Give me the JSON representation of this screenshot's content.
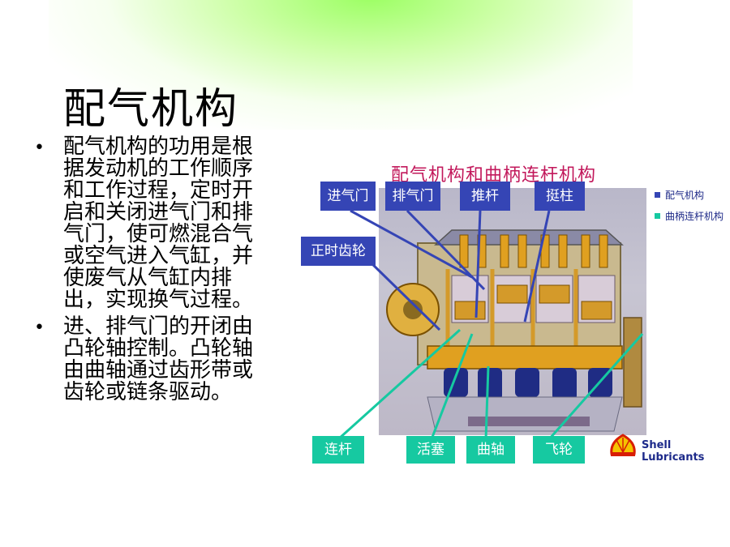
{
  "slide": {
    "title": "配气机构",
    "bullets": [
      "配气机构的功用是根据发动机的工作顺序和工作过程，定时开启和关闭进气门和排气门，使可燃混合气或空气进入气缸，并使废气从气缸内排出，实现换气过程。",
      "进、排气门的开闭由凸轮轴控制。凸轮轴由曲轴通过齿形带或齿轮或链条驱动。"
    ]
  },
  "figure": {
    "title": "配气机构和曲柄连杆机构",
    "labels_blue": [
      "进气门",
      "排气门",
      "推杆",
      "挺柱",
      "正时齿轮"
    ],
    "labels_green": [
      "连杆",
      "活塞",
      "曲轴",
      "飞轮"
    ],
    "legend": {
      "blue": "配气机构",
      "green": "曲柄连杆机构"
    },
    "brand": "Shell Lubricants",
    "colors": {
      "blue_label": "#3545b5",
      "green_label": "#16c9a1",
      "title": "#c2185b",
      "engine_body": "#d49a2a",
      "crank": "#1f2c84"
    }
  }
}
